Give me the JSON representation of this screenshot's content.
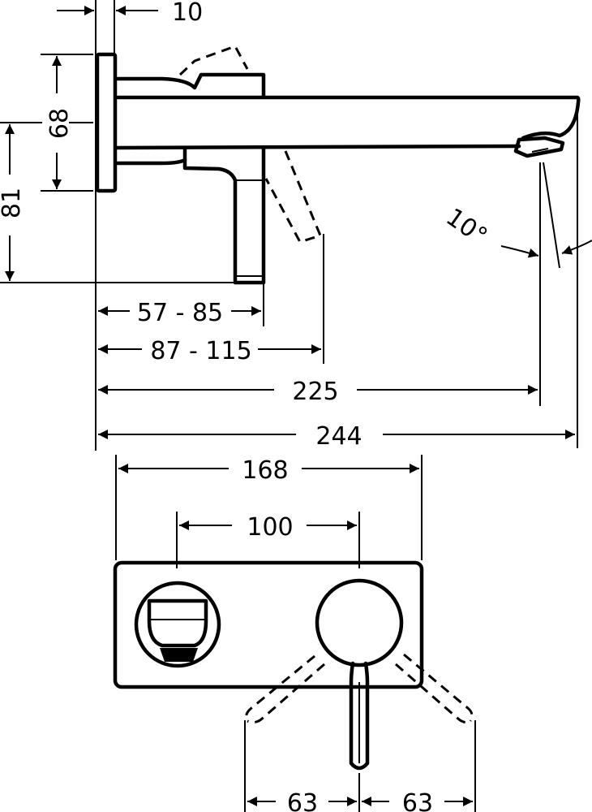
{
  "drawing": {
    "title": "Wall-mounted basin mixer dimensional drawing",
    "units": "mm",
    "colors": {
      "line": "#000000",
      "background": "#ffffff"
    }
  },
  "side_view": {
    "dimensions": {
      "plate_thickness": "10",
      "plate_height": "68",
      "spout_height": "81",
      "lever_projection": "57 - 85",
      "lever_projection_swivel": "87 - 115",
      "spout_outlet": "225",
      "total_projection": "244",
      "outlet_angle": "10°"
    }
  },
  "front_view": {
    "dimensions": {
      "plate_width": "168",
      "centre_distance": "100",
      "lever_swing_left": "63",
      "lever_swing_right": "63"
    }
  }
}
